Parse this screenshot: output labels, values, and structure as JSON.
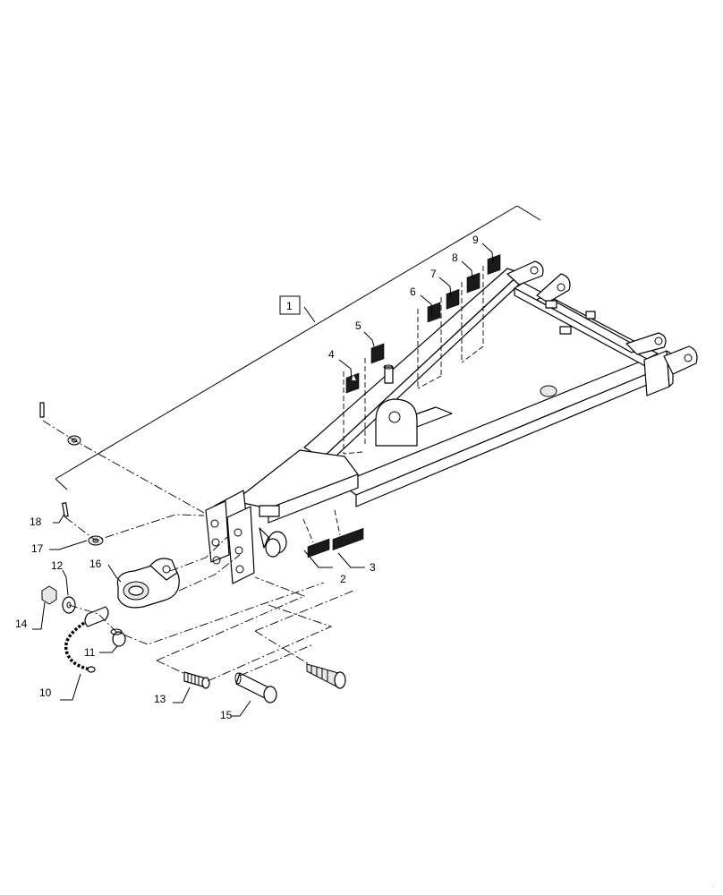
{
  "assembly_callout": "1",
  "callouts": {
    "c2": "2",
    "c3": "3",
    "c4": "4",
    "c5": "5",
    "c6": "6",
    "c7": "7",
    "c8": "8",
    "c9": "9",
    "c10": "10",
    "c11": "11",
    "c12": "12",
    "c13": "13",
    "c14": "14",
    "c15": "15",
    "c16": "16",
    "c17": "17",
    "c18": "18"
  },
  "colors": {
    "line": "#000000",
    "background": "#ffffff",
    "decal": "#1a1a1a"
  }
}
